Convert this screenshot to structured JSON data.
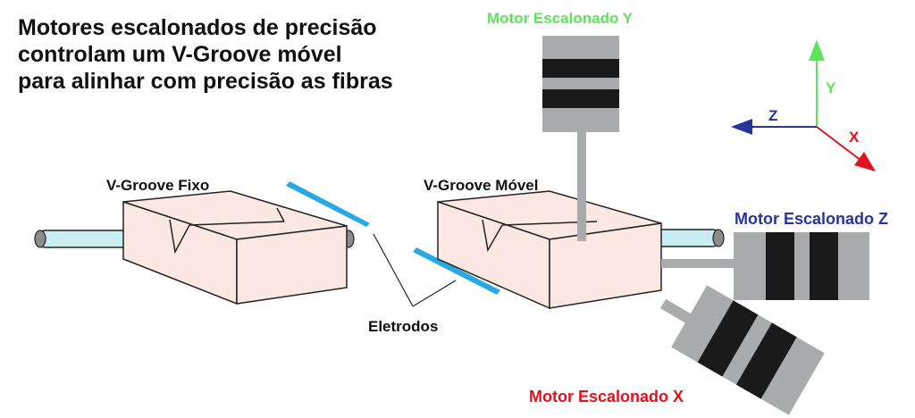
{
  "title": {
    "line1": "Motores escalonados de precisão",
    "line2": "controlam um V-Groove móvel",
    "line3": "para alinhar com precisão as fibras"
  },
  "labels": {
    "fixed_vgroove": "V-Groove Fixo",
    "moving_vgroove": "V-Groove Móvel",
    "electrodes": "Eletrodos",
    "motor_y": "Motor Escalonado Y",
    "motor_z": "Motor Escalonado Z",
    "motor_x": "Motor Escalonado X"
  },
  "axes": {
    "y": "Y",
    "z": "Z",
    "x": "X"
  },
  "colors": {
    "motor_y": "#5fe35f",
    "motor_z": "#26349c",
    "motor_x": "#e1121d",
    "block_fill": "#fce8e2",
    "fiber_fill": "#c8eef2",
    "electrode": "#2aa8e6",
    "motor_body": "#a9abad",
    "motor_band": "#1a1a1a"
  }
}
